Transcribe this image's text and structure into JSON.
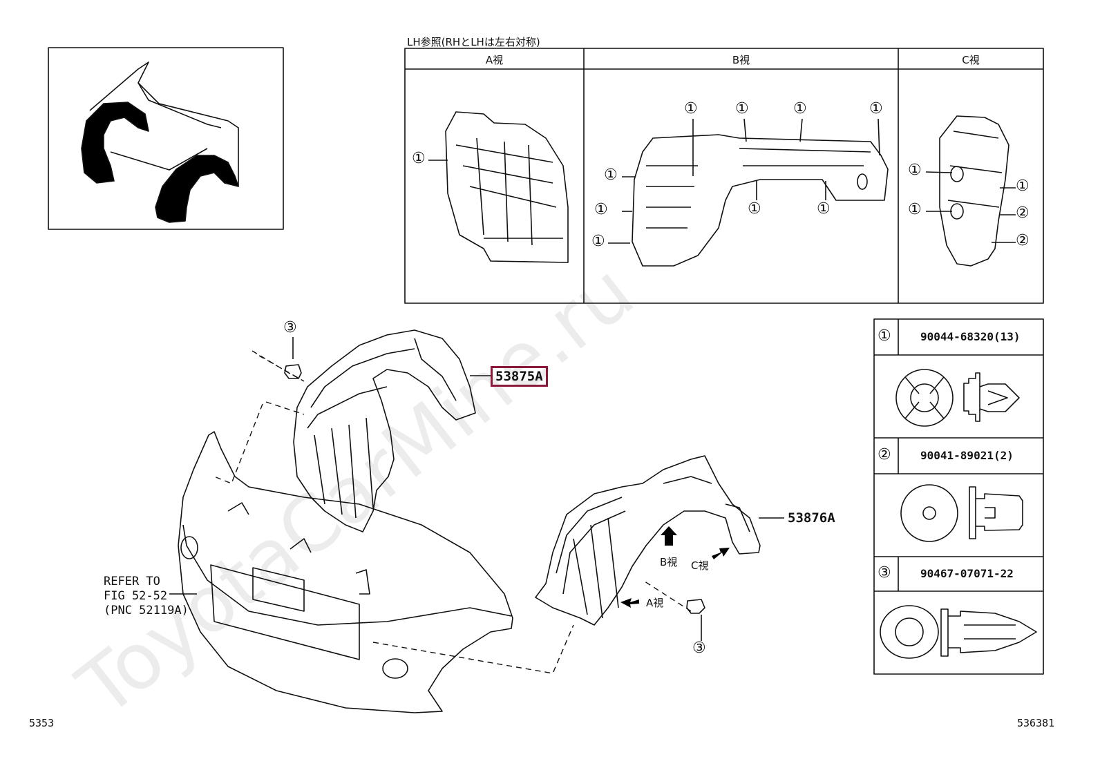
{
  "watermark": "ToyotaCarMine.ru",
  "views_table": {
    "caption": "LH参照(RHとLHは左右対称)",
    "columns": [
      "A視",
      "B視",
      "C視"
    ]
  },
  "callouts": {
    "view_a": [
      "①"
    ],
    "view_b": [
      "①",
      "①",
      "①",
      "①",
      "①",
      "①",
      "①",
      "①",
      "①"
    ],
    "view_c": [
      "①",
      "①",
      "①",
      "②",
      "②"
    ]
  },
  "legend": [
    {
      "symbol": "①",
      "part_number": "90044-68320(13)"
    },
    {
      "symbol": "②",
      "part_number": "90041-89021(2)"
    },
    {
      "symbol": "③",
      "part_number": "90467-07071-22"
    }
  ],
  "main": {
    "part_left": "53875A",
    "part_right": "53876A",
    "clip_callout": "③",
    "arrow_b": "B視",
    "arrow_c": "C視",
    "arrow_a": "A視",
    "refer": [
      "REFER TO",
      "FIG 52-52",
      "(PNC 52119A)"
    ]
  },
  "footer": {
    "left_code": "5353",
    "right_code": "536381"
  },
  "colors": {
    "highlight": "#8b1a3a",
    "line": "#111111",
    "fill_black": "#000000"
  }
}
